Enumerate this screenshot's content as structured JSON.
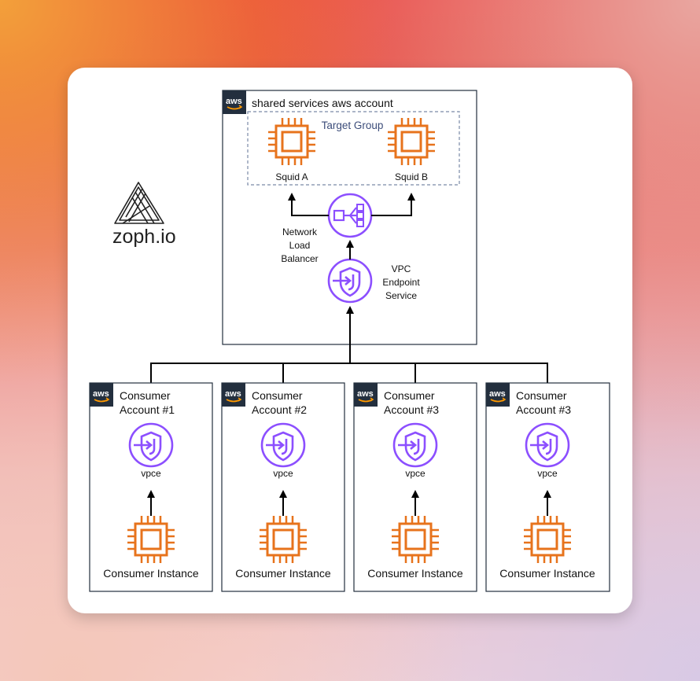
{
  "logo": {
    "text": "zoph.io"
  },
  "shared_account": {
    "aws_badge": "aws",
    "title": "shared services aws account",
    "target_group_label": "Target Group",
    "squid_a": "Squid A",
    "squid_b": "Squid B",
    "nlb_label": [
      "Network",
      "Load",
      "Balancer"
    ],
    "vpc_service_label": [
      "VPC",
      "Endpoint",
      "Service"
    ]
  },
  "consumers": [
    {
      "aws_badge": "aws",
      "title": [
        "Consumer",
        "Account #1"
      ],
      "vpce": "vpce",
      "instance": "Consumer Instance"
    },
    {
      "aws_badge": "aws",
      "title": [
        "Consumer",
        "Account #2"
      ],
      "vpce": "vpce",
      "instance": "Consumer Instance"
    },
    {
      "aws_badge": "aws",
      "title": [
        "Consumer",
        "Account #3"
      ],
      "vpce": "vpce",
      "instance": "Consumer Instance"
    },
    {
      "aws_badge": "aws",
      "title": [
        "Consumer",
        "Account #3"
      ],
      "vpce": "vpce",
      "instance": "Consumer Instance"
    }
  ],
  "colors": {
    "ec2_orange": "#e7731c",
    "network_purple": "#8c4fff",
    "aws_badge_bg": "#232f3e",
    "target_group_text": "#3c4d7a"
  }
}
